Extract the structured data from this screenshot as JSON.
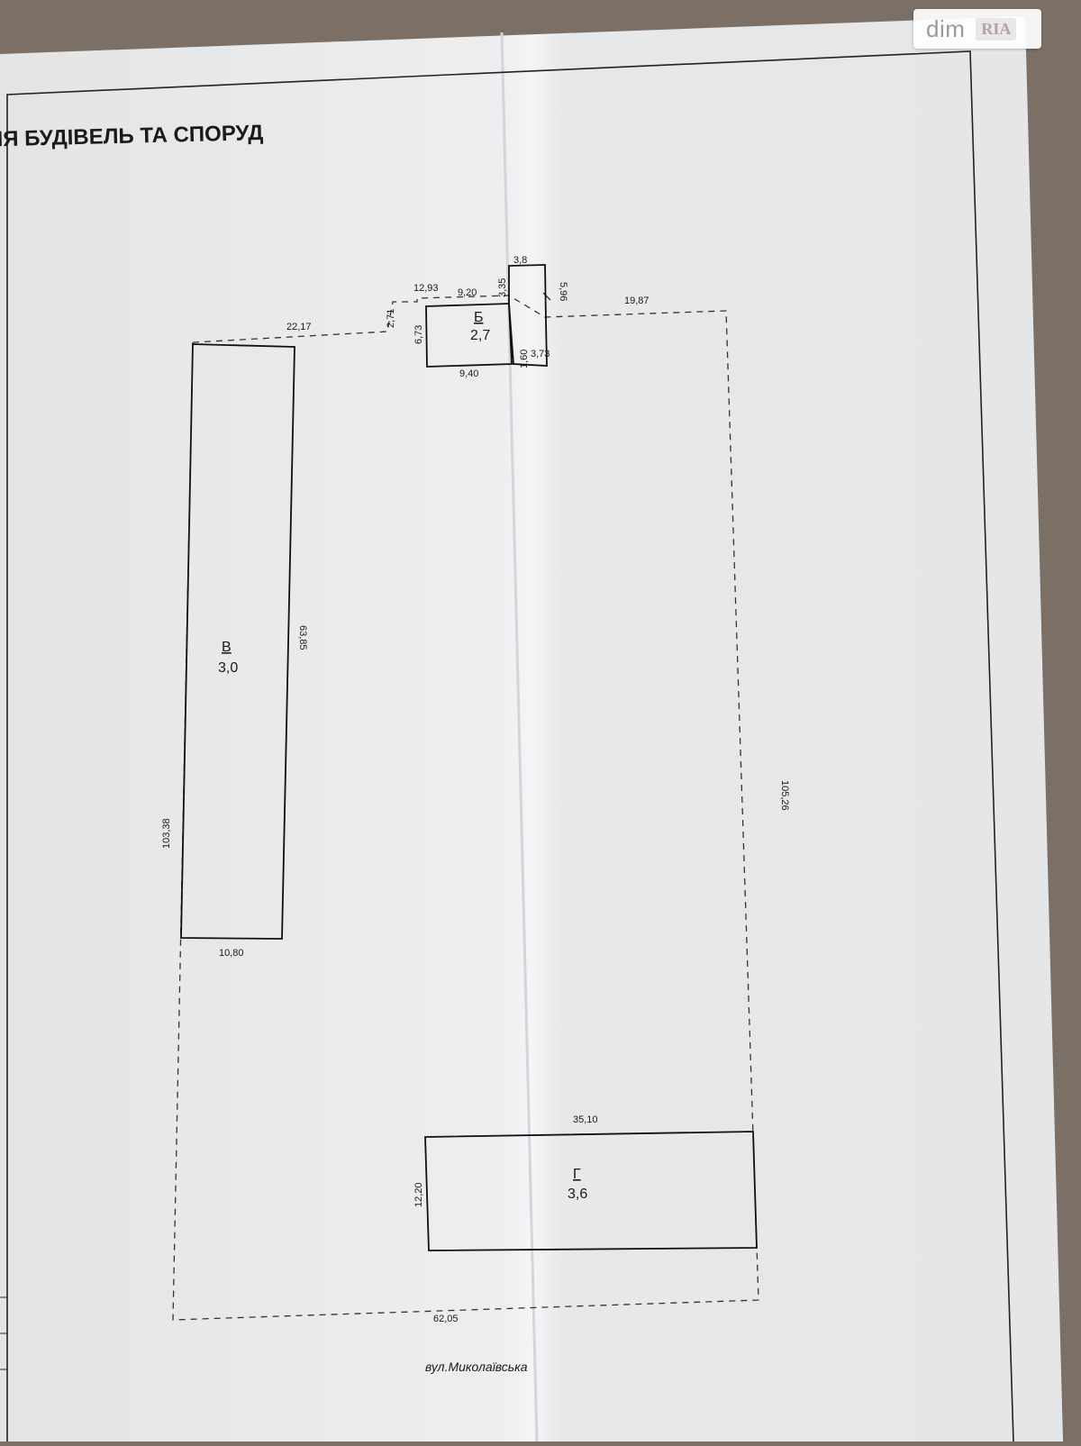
{
  "header": {
    "title": "ЯЯ БУДІВЕЛЬ ТА СПОРУД"
  },
  "watermark": {
    "text": "dim",
    "badge": "RIA"
  },
  "buildings": [
    {
      "id": "Б",
      "height": "2,7"
    },
    {
      "id": "В",
      "height": "3,0"
    },
    {
      "id": "Г",
      "height": "3,6"
    }
  ],
  "dimensions": {
    "top_small_width": "3,8",
    "b_top_left": "12,93",
    "b_top_width": "9,20",
    "step_height": "3,35",
    "right_small_height": "5,96",
    "top_right_boundary": "19,87",
    "top_left_boundary": "22,17",
    "left_step": "2,71",
    "b_height": "6,73",
    "b_bottom_width": "9,40",
    "small_offset": "1,60",
    "small_offset2": "3,73",
    "v_length": "63,85",
    "left_boundary": "103,38",
    "right_boundary": "105,26",
    "v_width": "10,80",
    "g_length": "35,10",
    "g_width": "12,20",
    "bottom_boundary": "62,05"
  },
  "street": "вул.Миколаївська",
  "colors": {
    "background": "#7b6f66",
    "paper": "#e9ebec",
    "ink": "#1a1a1a"
  }
}
